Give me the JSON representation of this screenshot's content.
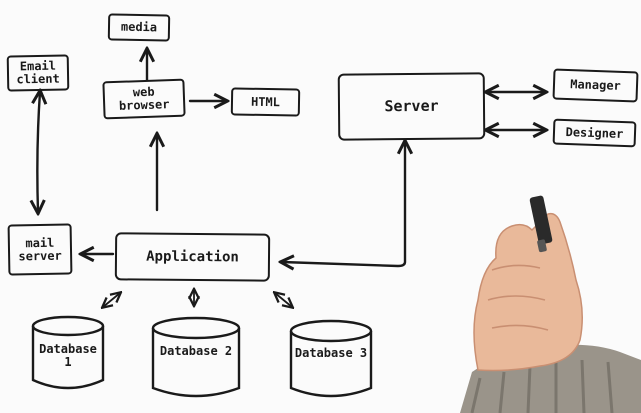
{
  "diagram": {
    "nodes": {
      "media": "media",
      "email_client": "Email client",
      "web_browser": "web browser",
      "html": "HTML",
      "server": "Server",
      "manager": "Manager",
      "designer": "Designer",
      "mail_server": "mail server",
      "application": "Application",
      "database_1": "Database 1",
      "database_2": "Database 2",
      "database_3": "Database 3"
    }
  },
  "colors": {
    "ink": "#1a1a1a",
    "background": "#fbfbfb",
    "skin": "#e9b99a",
    "sweater": "#9a948a"
  }
}
